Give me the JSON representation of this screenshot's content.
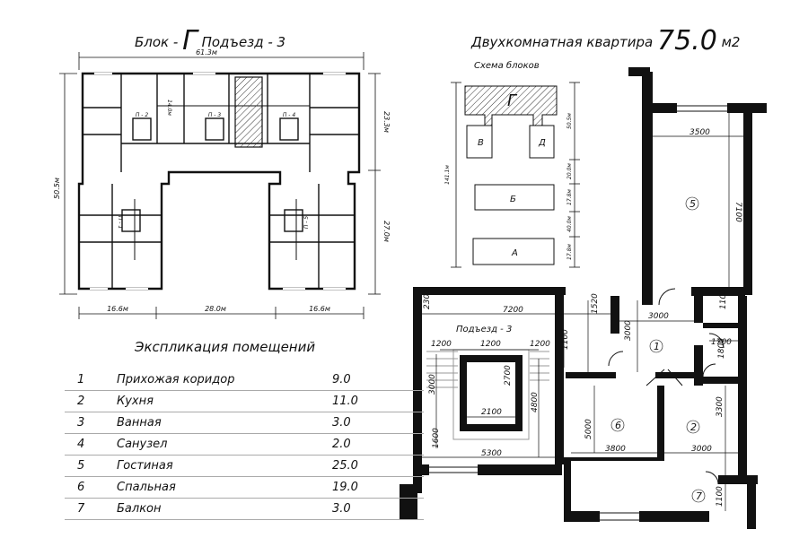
{
  "header": {
    "block_prefix": "Блок -",
    "block_letter": "Г",
    "entrance": "Подъезд - 3",
    "apartment_label": "Двухкомнатная квартира",
    "apartment_area": "75.0",
    "apartment_unit": "м2"
  },
  "site_plan": {
    "width_top": "61.3м",
    "height_left": "50.5м",
    "right_upper": "23.3м",
    "right_lower": "27.0м",
    "bottom_left": "16.6м",
    "bottom_mid": "28.0м",
    "bottom_right": "16.6м",
    "wing_dim": "14.0м",
    "entrances": [
      "П - 1",
      "П - 2",
      "П - 3",
      "П - 4",
      "П - 5"
    ]
  },
  "blocks_scheme": {
    "title": "Схема блоков",
    "labels": [
      "Г",
      "В",
      "Д",
      "Б",
      "А"
    ],
    "total_height": "141.1м",
    "dims": [
      "50.5м",
      "20.0м",
      "17.8м",
      "40.0м",
      "17.8м"
    ]
  },
  "floor_plan": {
    "entrance_label": "Подъезд - 3",
    "dims": [
      "3500",
      "7100",
      "7200",
      "2300",
      "1520",
      "3000",
      "3000",
      "1100",
      "1700",
      "1800",
      "1200",
      "1200",
      "1200",
      "1100",
      "2700",
      "3000",
      "2100",
      "4800",
      "1600",
      "5300",
      "5000",
      "3800",
      "3000",
      "3300",
      "1100"
    ],
    "rooms": [
      "1",
      "2",
      "5",
      "6",
      "7"
    ]
  },
  "explication": {
    "title": "Экспликация помещений",
    "rows": [
      {
        "num": "1",
        "name": "Прихожая коридор",
        "area": "9.0"
      },
      {
        "num": "2",
        "name": "Кухня",
        "area": "11.0"
      },
      {
        "num": "3",
        "name": "Ванная",
        "area": "3.0"
      },
      {
        "num": "4",
        "name": "Санузел",
        "area": "2.0"
      },
      {
        "num": "5",
        "name": "Гостиная",
        "area": "25.0"
      },
      {
        "num": "6",
        "name": "Спальная",
        "area": "19.0"
      },
      {
        "num": "7",
        "name": "Балкон",
        "area": "3.0"
      }
    ]
  }
}
